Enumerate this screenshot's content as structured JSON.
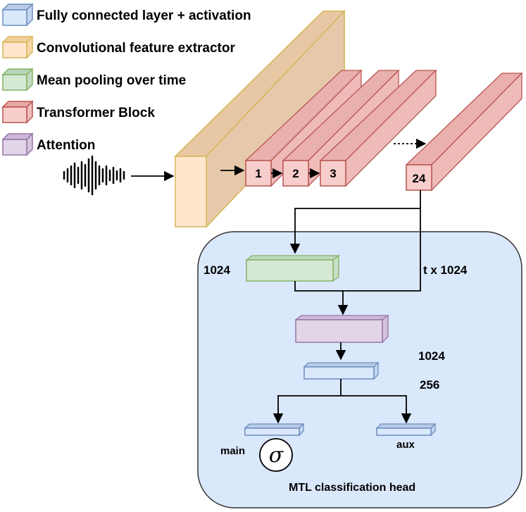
{
  "legend": [
    {
      "label": "Fully connected layer + activation",
      "color": "blue"
    },
    {
      "label": "Convolutional feature extractor",
      "color": "orange"
    },
    {
      "label": "Mean pooling over time",
      "color": "green"
    },
    {
      "label": "Transformer Block",
      "color": "red"
    },
    {
      "label": "Attention",
      "color": "purple"
    }
  ],
  "blocks": {
    "b1": "1",
    "b2": "2",
    "b3": "3",
    "b24": "24"
  },
  "dims": {
    "pool_dim": "1024",
    "seq_dim": "t x 1024",
    "fc1_dim": "1024",
    "fc2_dim": "256"
  },
  "heads": {
    "main": "main",
    "aux": "aux",
    "sigma": "σ"
  },
  "head_title": "MTL classification head",
  "colors": {
    "blue_fill": "#dae8fc",
    "blue_stroke": "#6c8ebf",
    "orange_fill": "#ffe6cc",
    "orange_stroke": "#d6b656",
    "green_fill": "#d5e8d4",
    "green_stroke": "#82b366",
    "red_fill": "#f8cecc",
    "red_stroke": "#b85450",
    "purple_fill": "#e1d5e7",
    "purple_stroke": "#9673a6"
  }
}
